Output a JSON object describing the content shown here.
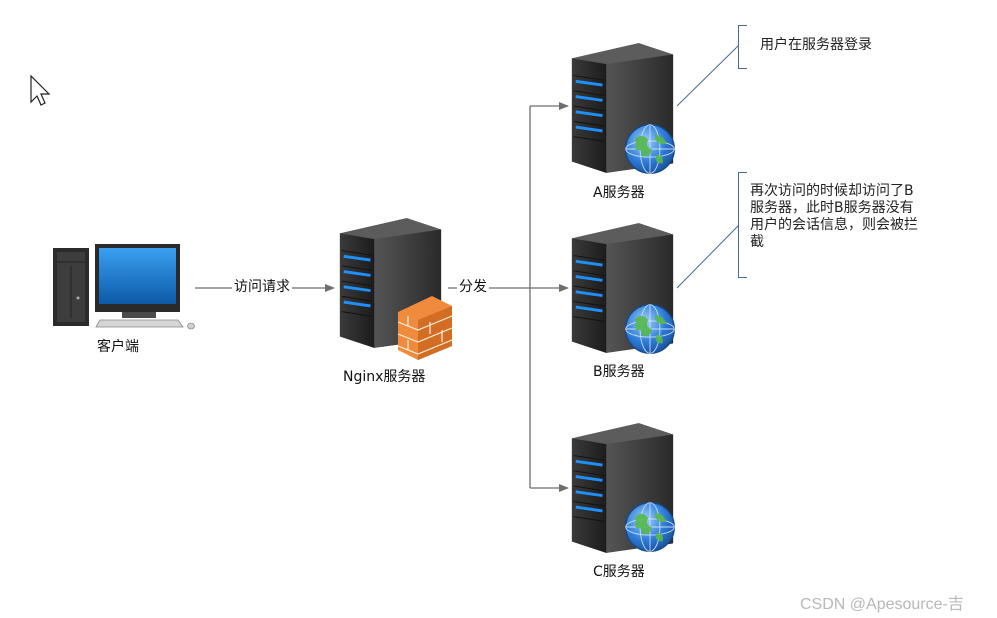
{
  "nodes": {
    "client": {
      "label": "客户端"
    },
    "nginx": {
      "label": "Nginx服务器"
    },
    "server_a": {
      "label": "A服务器"
    },
    "server_b": {
      "label": "B服务器"
    },
    "server_c": {
      "label": "C服务器"
    }
  },
  "edges": {
    "request": {
      "label": "访问请求"
    },
    "dispatch": {
      "label": "分发"
    }
  },
  "notes": {
    "login": {
      "text": "用户在服务器登录"
    },
    "intercept": {
      "text": "再次访问的时候却访问了B服务器，此时B服务器没有用户的会话信息，则会被拦截"
    }
  },
  "colors": {
    "line": "#6e6e6e",
    "note_border": "#4a6a8c",
    "server_body": "#2f2f2f",
    "server_led": "#1e90ff",
    "globe": "#2e7bd6",
    "firewall": "#f08a3c",
    "watermark": "#b8b8b8"
  },
  "watermark": "CSDN @Apesource-吉"
}
